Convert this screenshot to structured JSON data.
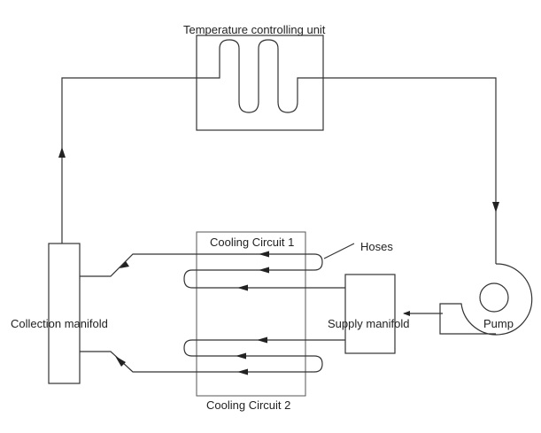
{
  "labels": {
    "temperature_unit": "Temperature controlling unit",
    "hoses": "Hoses",
    "cooling_circuit_1": "Cooling Circuit 1",
    "cooling_circuit_2": "Cooling Circuit 2",
    "collection_manifold": "Collection manifold",
    "supply_manifold": "Supply manifold",
    "pump": "Pump"
  },
  "colors": {
    "line": "#333333",
    "background": "#ffffff"
  }
}
